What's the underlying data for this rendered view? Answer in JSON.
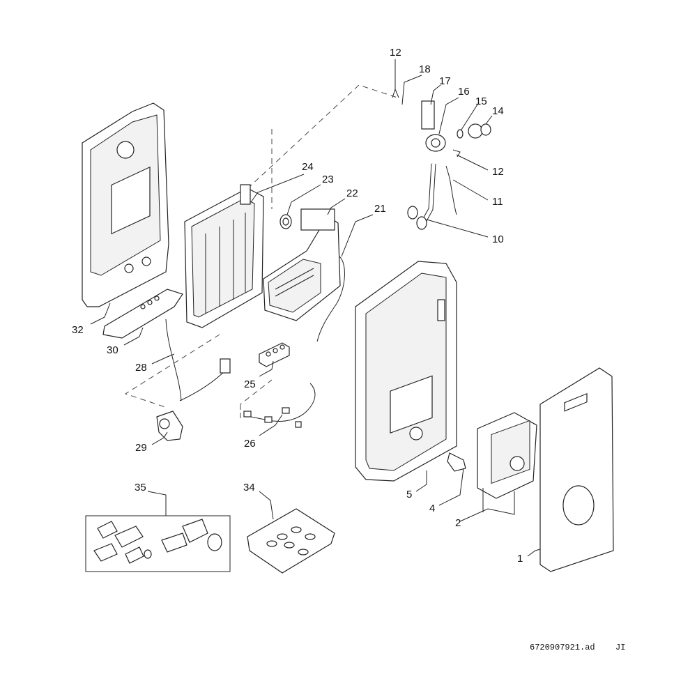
{
  "labels": {
    "l1": "1",
    "l2": "2",
    "l4": "4",
    "l5": "5",
    "l10": "10",
    "l11": "11",
    "l12a": "12",
    "l12b": "12",
    "l14": "14",
    "l15": "15",
    "l16": "16",
    "l17": "17",
    "l18": "18",
    "l21": "21",
    "l22": "22",
    "l23": "23",
    "l24": "24",
    "l25": "25",
    "l26": "26",
    "l28": "28",
    "l29": "29",
    "l30": "30",
    "l32": "32",
    "l34": "34",
    "l35": "35"
  },
  "footer": {
    "drawing_id": "6720907921.ad",
    "initials": "JI"
  }
}
